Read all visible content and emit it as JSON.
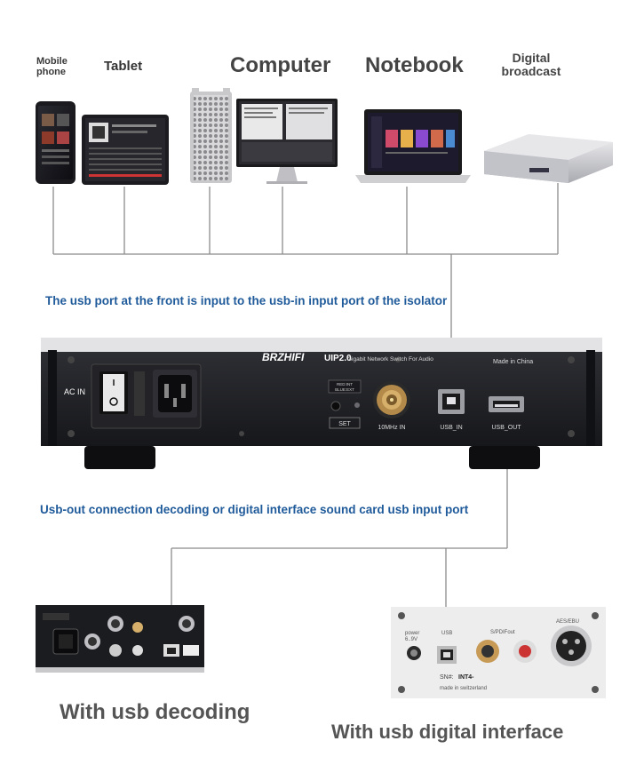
{
  "devices": {
    "mobile_phone": "Mobile\nphone",
    "tablet": "Tablet",
    "computer": "Computer",
    "notebook": "Notebook",
    "digital_broadcast": "Digital\nbroadcast"
  },
  "captions": {
    "front_usb": "The usb port at the front is input to the usb-in input port of the isolator",
    "usb_out": "Usb-out connection decoding or digital interface sound card usb input port"
  },
  "isolator": {
    "brand": "BRZHIFI",
    "model": "UIP2.0",
    "subtitle": "Gigabit Network Switch For Audio",
    "made_in": "Made in China",
    "ac_in": "AC IN",
    "led_label_1": "RED:INT",
    "led_label_2": "BLUE:EXT",
    "set": "SET",
    "clock_in": "10MHz IN",
    "usb_in": "USB_IN",
    "usb_out": "USB_OUT"
  },
  "interface_panel": {
    "power": "power",
    "voltage": "6..9V",
    "usb": "USB",
    "spdif": "S/PDIFout",
    "aes": "AES/EBU",
    "sn": "SN#:",
    "sn_value": "INT4-",
    "made_in": "made in switzerland"
  },
  "bottom": {
    "usb_decoding": "With usb decoding",
    "usb_interface": "With usb digital interface"
  }
}
